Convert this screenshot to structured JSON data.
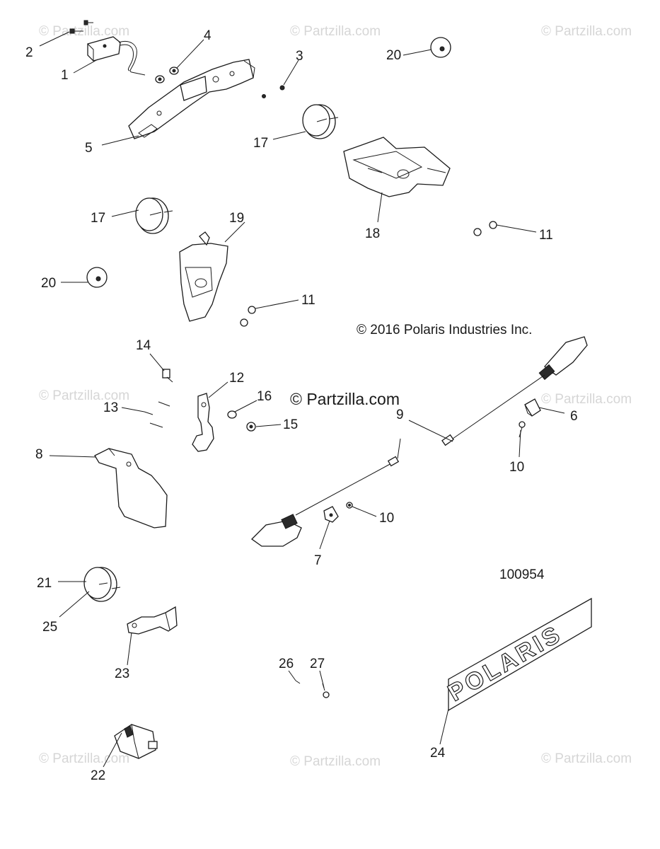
{
  "watermark": "© Partzilla.com",
  "center_watermark": "© Partzilla.com",
  "copyright": "© 2016 Polaris Industries Inc.",
  "diagram_number": "100954",
  "plate_text": "POLARIS",
  "callouts": {
    "c1": "1",
    "c2": "2",
    "c3": "3",
    "c4": "4",
    "c5": "5",
    "c6": "6",
    "c7": "7",
    "c8": "8",
    "c9": "9",
    "c10a": "10",
    "c10b": "10",
    "c11a": "11",
    "c11b": "11",
    "c12": "12",
    "c13": "13",
    "c14": "14",
    "c15": "15",
    "c16": "16",
    "c17a": "17",
    "c17b": "17",
    "c18": "18",
    "c19": "19",
    "c20a": "20",
    "c20b": "20",
    "c21": "21",
    "c22": "22",
    "c23": "23",
    "c24": "24",
    "c25": "25",
    "c26": "26",
    "c27": "27"
  }
}
